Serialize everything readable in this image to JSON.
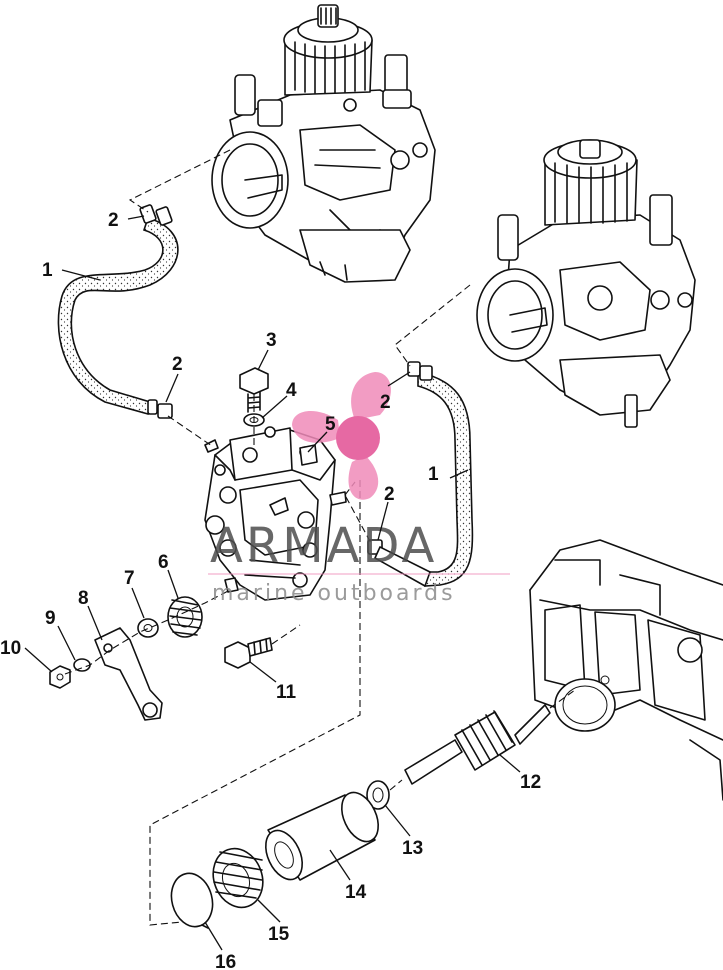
{
  "watermark": {
    "title": "ARMADA",
    "subtitle": "marine outboards",
    "colors": {
      "title": "#4d4d4d",
      "subtitle": "#8a8a8a",
      "logo_outer": "#f08bb9",
      "logo_inner": "#e24f93"
    }
  },
  "callouts": [
    "1",
    "2",
    "3",
    "4",
    "5",
    "6",
    "7",
    "8",
    "9",
    "10",
    "11",
    "12",
    "13",
    "14",
    "15",
    "16"
  ],
  "colors": {
    "line": "#111111",
    "background": "#ffffff"
  }
}
